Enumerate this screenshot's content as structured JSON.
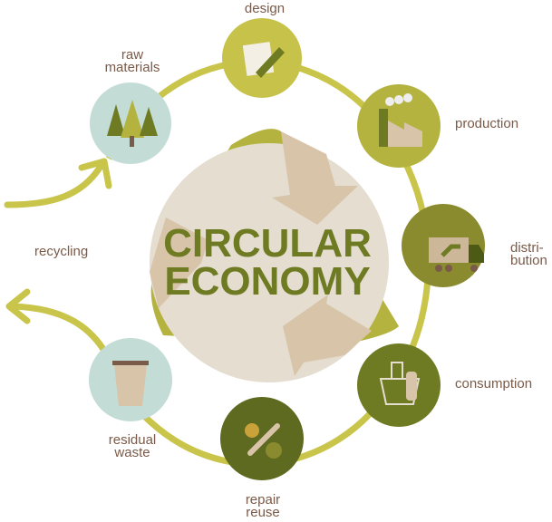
{
  "title": {
    "line1": "CIRCULAR",
    "line2": "ECONOMY"
  },
  "stages": {
    "design": "design",
    "production": "production",
    "distribution_1": "distri-",
    "distribution_2": "bution",
    "consumption": "consumption",
    "repair_1": "repair",
    "repair_2": "reuse",
    "residual_1": "residual",
    "residual_2": "waste",
    "recycling": "recycling",
    "raw_1": "raw",
    "raw_2": "materials"
  },
  "colors": {
    "ring": "#c9c44a",
    "center": "#e4ddd0",
    "arrow": "#d8c4a8",
    "text": "#6e7b22",
    "teal": "#c3dcd5"
  }
}
